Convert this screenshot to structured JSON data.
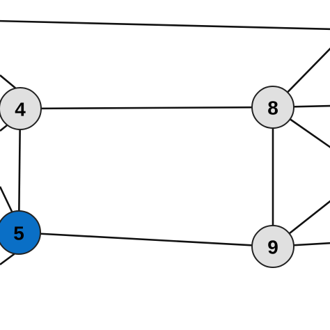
{
  "colors": {
    "default_node_fill": "#e0e0e0",
    "highlight_node_fill": "#0a6fc6",
    "edge": "#111111",
    "node_outline": "#222222"
  },
  "nodes": [
    {
      "id": "4",
      "label": "4",
      "highlighted": false
    },
    {
      "id": "5",
      "label": "5",
      "highlighted": true
    },
    {
      "id": "8",
      "label": "8",
      "highlighted": false
    },
    {
      "id": "9",
      "label": "9",
      "highlighted": false
    }
  ],
  "edges": [
    {
      "from": "4",
      "to": "8"
    },
    {
      "from": "4",
      "to": "5"
    },
    {
      "from": "8",
      "to": "9"
    },
    {
      "from": "5",
      "to": "9"
    },
    {
      "from": "4",
      "to": "offscreen-left-upper"
    },
    {
      "from": "4",
      "to": "offscreen-left-lower"
    },
    {
      "from": "5",
      "to": "offscreen-left-upper"
    },
    {
      "from": "5",
      "to": "offscreen-left-lower"
    },
    {
      "from": "8",
      "to": "offscreen-right-upper"
    },
    {
      "from": "8",
      "to": "offscreen-right-mid"
    },
    {
      "from": "8",
      "to": "offscreen-right-lower"
    },
    {
      "from": "9",
      "to": "offscreen-right-mid"
    },
    {
      "from": "9",
      "to": "offscreen-right-lower"
    },
    {
      "from": "offscreen-left-top",
      "to": "offscreen-right-top"
    }
  ]
}
